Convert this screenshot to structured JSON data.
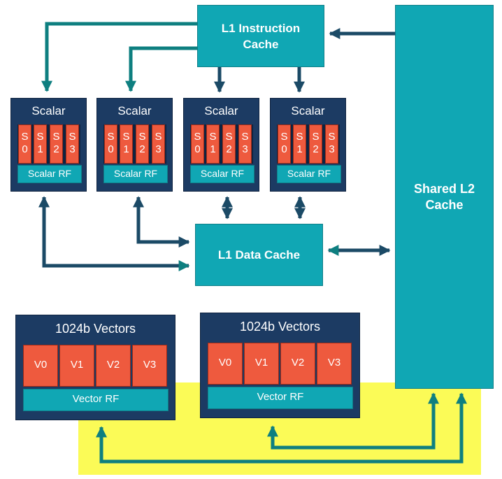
{
  "l1_instruction_cache": "L1 Instruction\nCache",
  "shared_l2_cache": "Shared L2\nCache",
  "l1_data_cache": "L1 Data Cache",
  "scalar_units": [
    {
      "title": "Scalar",
      "registers": [
        "S\n0",
        "S\n1",
        "S\n2",
        "S\n3"
      ],
      "rf_label": "Scalar RF"
    },
    {
      "title": "Scalar",
      "registers": [
        "S\n0",
        "S\n1",
        "S\n2",
        "S\n3"
      ],
      "rf_label": "Scalar RF"
    },
    {
      "title": "Scalar",
      "registers": [
        "S\n0",
        "S\n1",
        "S\n2",
        "S\n3"
      ],
      "rf_label": "Scalar RF"
    },
    {
      "title": "Scalar",
      "registers": [
        "S\n0",
        "S\n1",
        "S\n2",
        "S\n3"
      ],
      "rf_label": "Scalar RF"
    }
  ],
  "vector_units": [
    {
      "title": "1024b Vectors",
      "registers": [
        "V0",
        "V1",
        "V2",
        "V3"
      ],
      "rf_label": "Vector RF"
    },
    {
      "title": "1024b Vectors",
      "registers": [
        "V0",
        "V1",
        "V2",
        "V3"
      ],
      "rf_label": "Vector RF"
    }
  ],
  "colors": {
    "cache_teal": "#10a7b4",
    "unit_navy": "#1c3b63",
    "register_red": "#ee5a3e",
    "highlight_yellow": "#fbfb57",
    "arrow_teal": "#0e7f80",
    "arrow_navy": "#1b4a66"
  }
}
